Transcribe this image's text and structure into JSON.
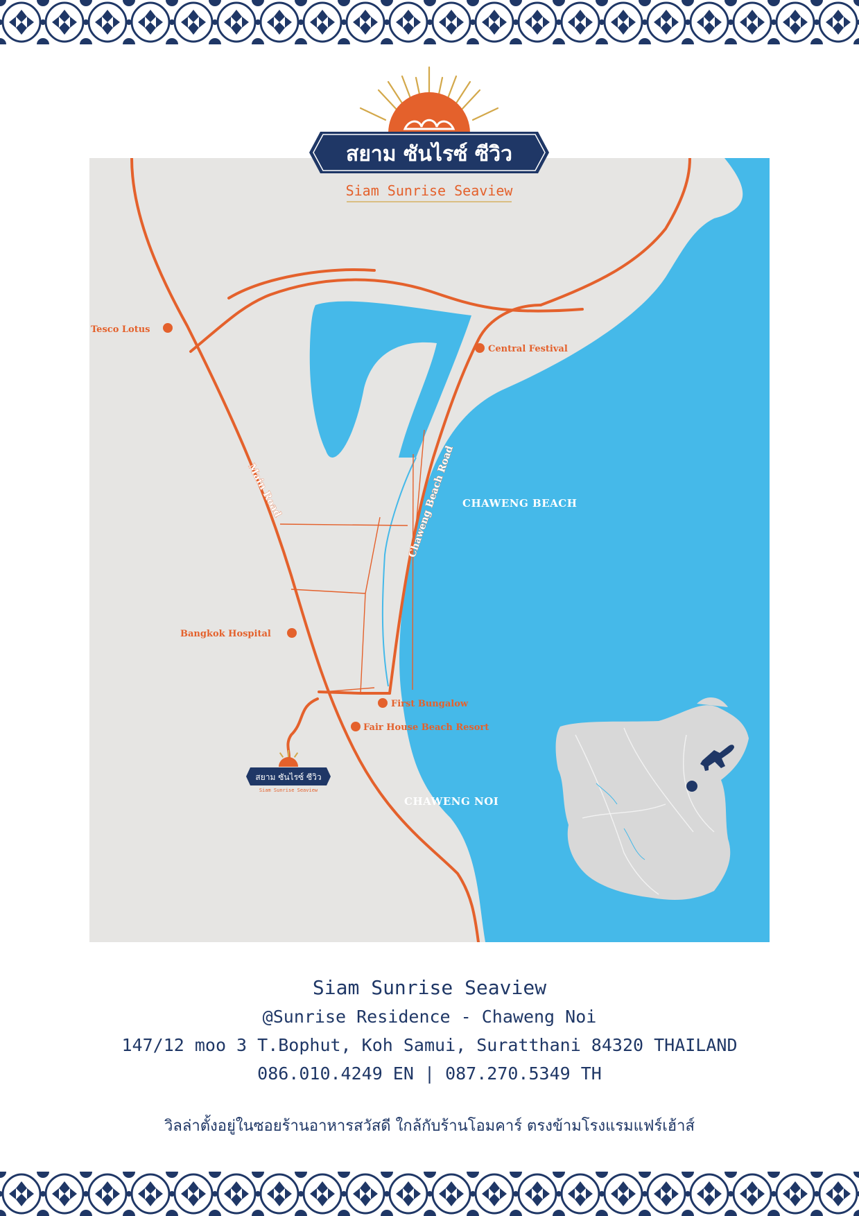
{
  "brand": {
    "thai_name": "สยาม ซันไรซ์ ซีวิว",
    "english_name": "Siam Sunrise Seaview",
    "colors": {
      "navy": "#1f3766",
      "orange": "#e4612c",
      "gold": "#d3a84a"
    }
  },
  "map": {
    "colors": {
      "land": "#e6e5e3",
      "sea": "#45b9e9",
      "road": "#e4612c",
      "canal": "#45b9e9"
    },
    "places": [
      {
        "name": "Tesco Lotus",
        "icon": "location-dot-icon"
      },
      {
        "name": "Central Festival",
        "icon": "location-dot-icon"
      },
      {
        "name": "Bangkok Hospital",
        "icon": "location-dot-icon"
      },
      {
        "name": "First Bungalow",
        "icon": "location-dot-icon"
      },
      {
        "name": "Fair House Beach Resort",
        "icon": "location-dot-icon"
      }
    ],
    "areas": [
      "CHAWENG BEACH",
      "CHAWENG NOI"
    ],
    "roads": [
      "Main Road",
      "Chaweng Beach Road"
    ],
    "inset": {
      "island_color": "#d8d8d8",
      "airport_icon": "airplane-icon",
      "location_icon": "location-dot-icon",
      "marker_color": "#1f3766"
    }
  },
  "footer": {
    "name": "Siam Sunrise Seaview",
    "subtitle": "@Sunrise Residence - Chaweng Noi",
    "address": "147/12 moo 3 T.Bophut, Koh Samui, Suratthani 84320 THAILAND",
    "phones": "086.010.4249 EN | 087.270.5349 TH",
    "directions_thai": "วิลล่าตั้งอยู่ในซอยร้านอาหารสวัสดี ใกล้กับร้านโอมคาร์ ตรงข้ามโรงแรมแฟร์เฮ้าส์"
  }
}
